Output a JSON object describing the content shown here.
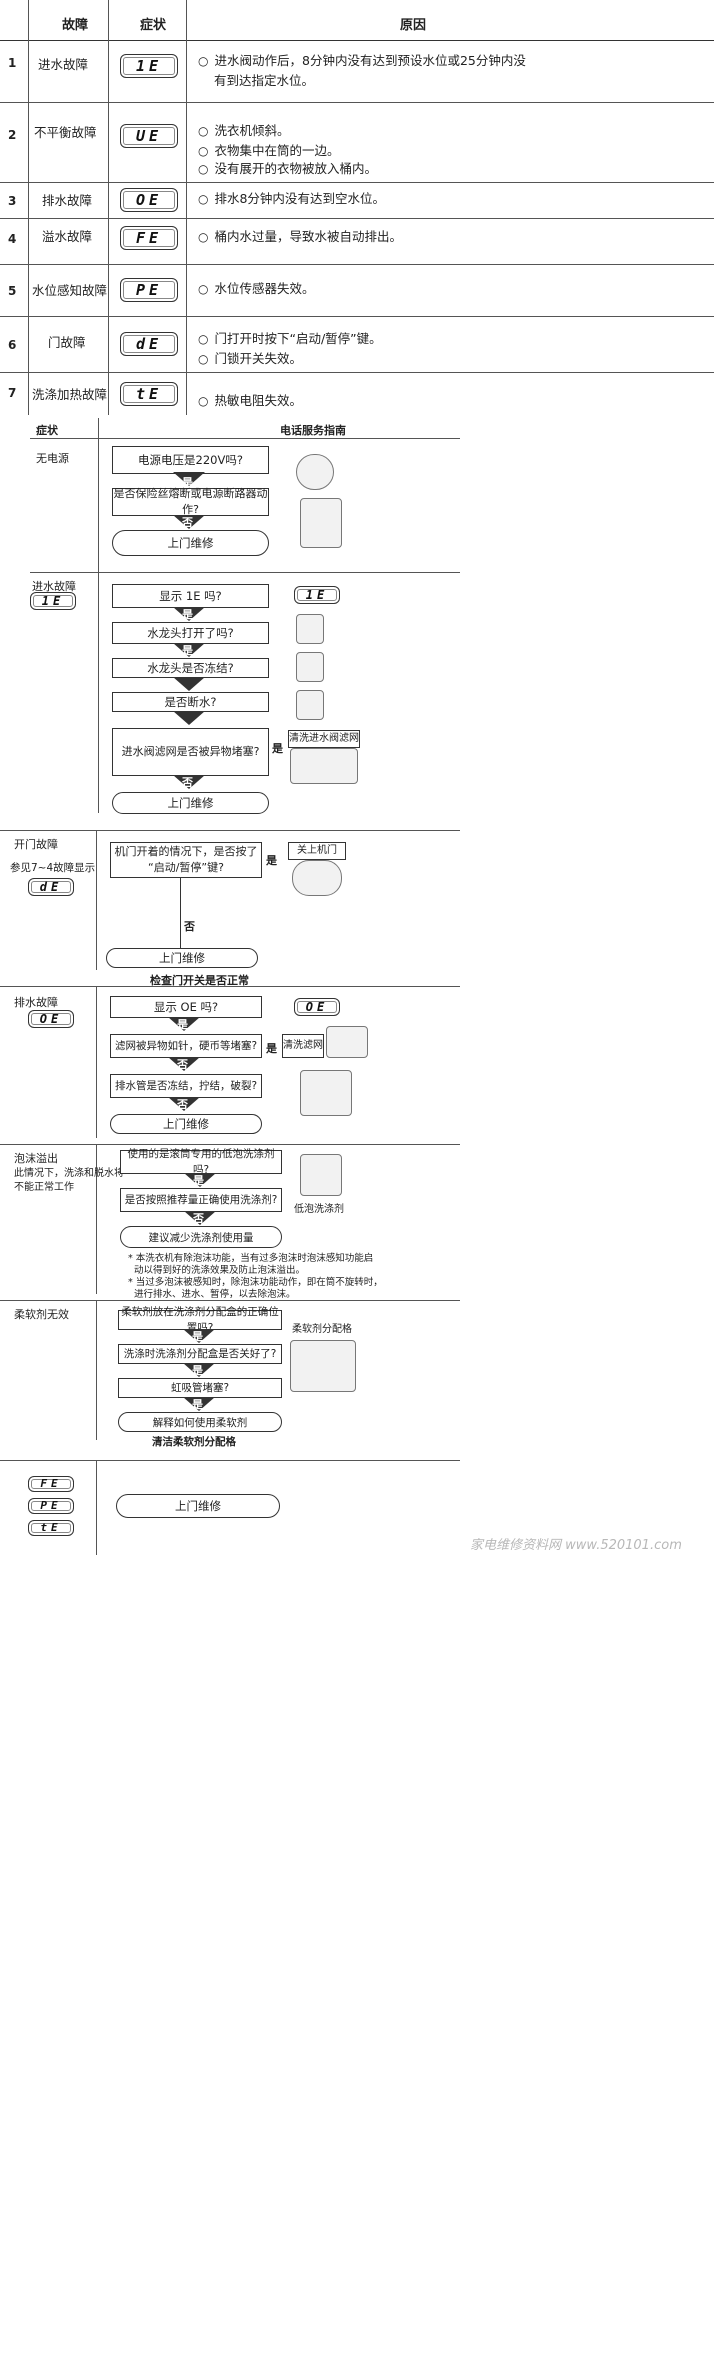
{
  "table": {
    "headers": {
      "fault": "故障",
      "symptom": "症状",
      "cause": "原因"
    },
    "rows": [
      {
        "num": "1",
        "fault": "进水故障",
        "code": "1E",
        "causes": [
          "进水阀动作后，8分钟内没有达到预设水位或25分钟内没",
          "有到达指定水位。"
        ],
        "bullets": [
          true,
          false
        ]
      },
      {
        "num": "2",
        "fault": "不平衡故障",
        "code": "UE",
        "causes": [
          "洗衣机倾斜。",
          "衣物集中在筒的一边。",
          "没有展开的衣物被放入桶内。"
        ],
        "bullets": [
          true,
          true,
          true
        ]
      },
      {
        "num": "3",
        "fault": "排水故障",
        "code": "OE",
        "causes": [
          "排水8分钟内没有达到空水位。"
        ],
        "bullets": [
          true
        ]
      },
      {
        "num": "4",
        "fault": "溢水故障",
        "code": "FE",
        "causes": [
          "桶内水过量，导致水被自动排出。"
        ],
        "bullets": [
          true
        ]
      },
      {
        "num": "5",
        "fault": "水位感知故障",
        "code": "PE",
        "causes": [
          "水位传感器失效。"
        ],
        "bullets": [
          true
        ]
      },
      {
        "num": "6",
        "fault": "门故障",
        "code": "dE",
        "causes": [
          "门打开时按下“启动/暂停”键。",
          "门锁开关失效。"
        ],
        "bullets": [
          true,
          true
        ]
      },
      {
        "num": "7",
        "fault": "洗涤加热故障",
        "code": "tE",
        "causes": [
          "热敏电阻失效。"
        ],
        "bullets": [
          true
        ]
      }
    ]
  },
  "guide": {
    "col1": "症状",
    "col2": "电话服务指南"
  },
  "yes": "是",
  "no": "否",
  "repair": "上门维修",
  "s1": {
    "label": "无电源",
    "q1": "电源电压是220V吗?",
    "q2": "是否保险丝熔断或电源断路器动作?"
  },
  "s2": {
    "label": "进水故障",
    "code": "1E",
    "q1": "显示 1E 吗?",
    "q2": "水龙头打开了吗?",
    "q3": "水龙头是否冻结?",
    "q4": "是否断水?",
    "q5": "进水阀滤网是否被异物堵塞?",
    "fix": "清洗进水阀滤网"
  },
  "s3": {
    "label": "开门故障",
    "sub": "参见7~4故障显示",
    "code": "dE",
    "q1a": "机门开着的情况下，是否按了",
    "q1b": "“启动/暂停”键?",
    "fix": "关上机门",
    "note": "检查门开关是否正常"
  },
  "s4": {
    "label": "排水故障",
    "code": "OE",
    "q1": "显示 OE 吗?",
    "q2": "滤网被异物如针，硬币等堵塞?",
    "q3": "排水管是否冻结，拧结，破裂?",
    "fix": "清洗滤网"
  },
  "s5": {
    "label": "泡沫溢出",
    "sub1": "此情况下，洗涤和脱水将",
    "sub2": "不能正常工作",
    "q1": "使用的是滚筒专用的低泡洗涤剂吗?",
    "q2": "是否按照推荐量正确使用洗涤剂?",
    "q3": "建议减少洗涤剂使用量",
    "pic": "低泡洗涤剂",
    "notes": [
      "* 本洗衣机有除泡沫功能，当有过多泡沫时泡沫感知功能启",
      "  动以得到好的洗涤效果及防止泡沫溢出。",
      "* 当过多泡沫被感知时，除泡沫功能动作，即在筒不旋转时，",
      "  进行排水、进水、暂停，以去除泡沫。"
    ]
  },
  "s6": {
    "label": "柔软剂无效",
    "q1": "柔软剂放在洗涤剂分配盒的正确位置吗?",
    "q2": "洗涤时洗涤剂分配盒是否关好了?",
    "q3": "虹吸管堵塞?",
    "q4": "解释如何使用柔软剂",
    "pic": "柔软剂分配格",
    "note": "清洁柔软剂分配格"
  },
  "s7": {
    "codes": [
      "FE",
      "PE",
      "tE"
    ]
  },
  "watermark": "家电维修资料网 www.520101.com"
}
